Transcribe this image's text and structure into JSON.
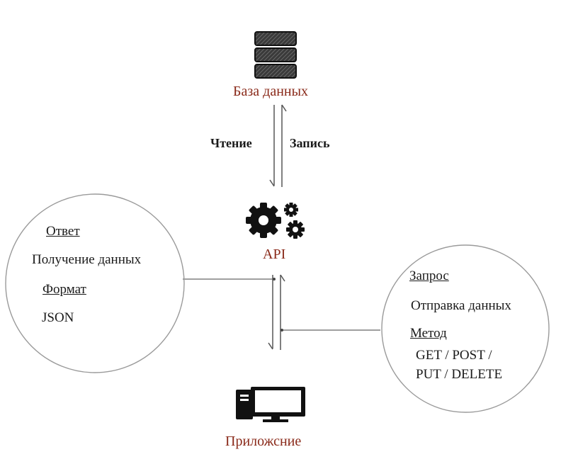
{
  "database": {
    "label": "База данных"
  },
  "flows": {
    "read_label": "Чтение",
    "write_label": "Запись"
  },
  "api": {
    "label": "API"
  },
  "response": {
    "title": "Ответ",
    "description": "Получение данных",
    "format_title": "Формат",
    "format_value": "JSON"
  },
  "request": {
    "title": "Запрос",
    "description": "Отправка данных",
    "method_title": "Метод",
    "method_line1": "GET / POST /",
    "method_line2": "PUT / DELETE"
  },
  "application": {
    "label": "Приложсние"
  },
  "colors": {
    "accent_text": "#8a2a1a",
    "lines": "#555555",
    "icons": "#111111"
  }
}
